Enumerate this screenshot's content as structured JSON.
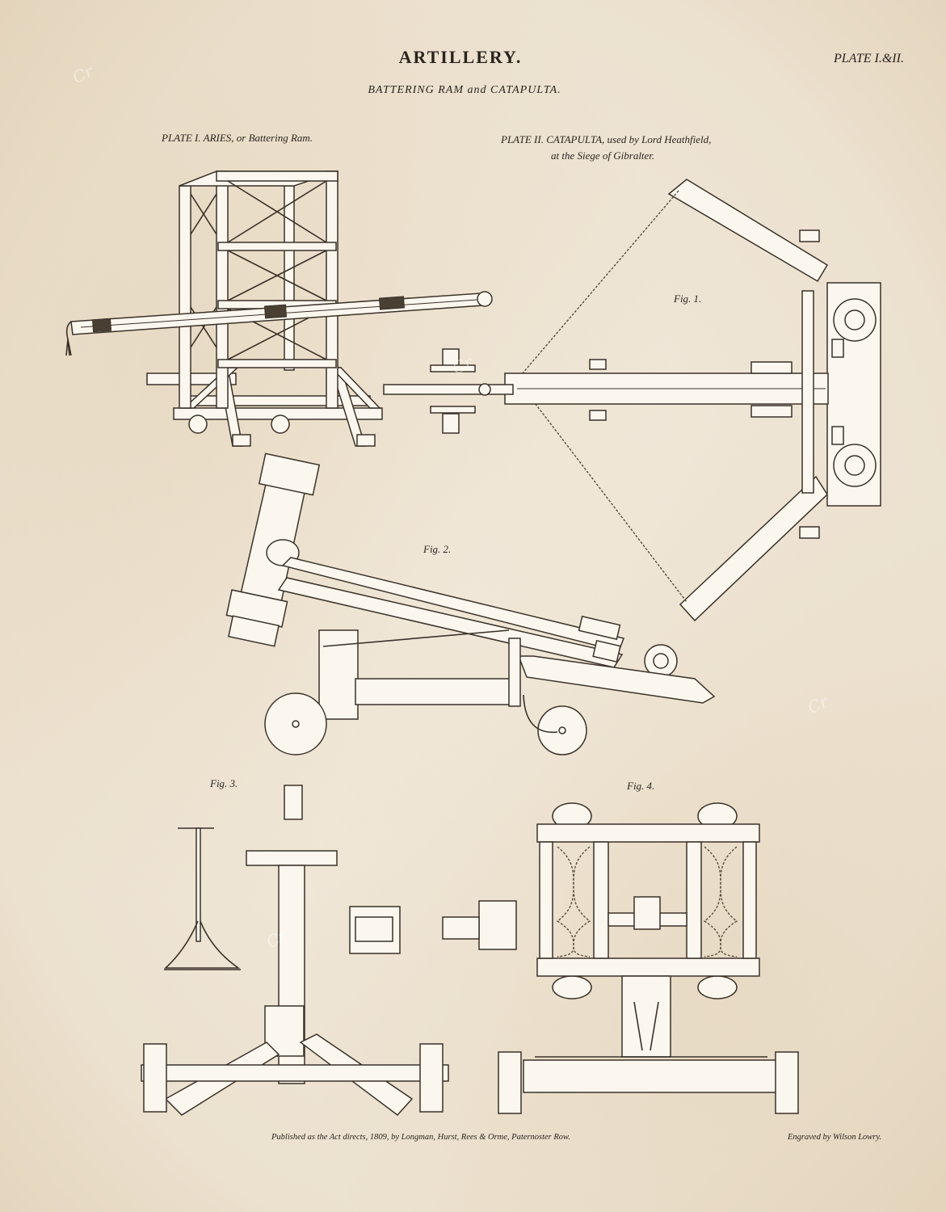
{
  "header": {
    "title": "ARTILLERY.",
    "plate_no": "PLATE I.&II.",
    "subtitle": "BATTERING RAM and CATAPULTA."
  },
  "captions": {
    "plate1": "PLATE I. ARIES, or Battering Ram.",
    "plate2_line1": "PLATE II. CATAPULTA, used by Lord Heathfield,",
    "plate2_line2": "at the Siege of Gibralter."
  },
  "figures": {
    "fig1": "Fig. 1.",
    "fig2": "Fig. 2.",
    "fig3": "Fig. 3.",
    "fig4": "Fig. 4."
  },
  "footer": {
    "publisher": "Published as the Act directs, 1809, by Longman, Hurst, Rees & Orme, Paternoster Row.",
    "engraver": "Engraved by Wilson Lowry."
  },
  "colors": {
    "paper": "#efe6d7",
    "ink": "#2a241d"
  }
}
